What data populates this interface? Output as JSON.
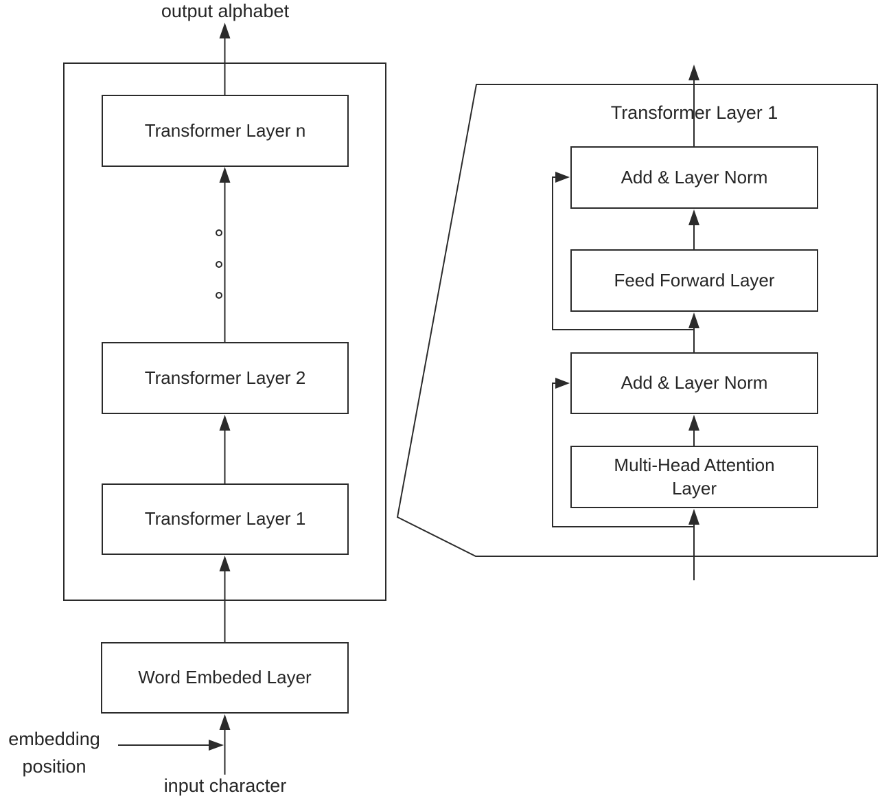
{
  "left_diagram": {
    "output_label": "output alphabet",
    "boxes": {
      "layer_n": "Transformer Layer n",
      "layer_2": "Transformer Layer 2",
      "layer_1": "Transformer Layer 1",
      "word_embed": "Word Embeded Layer"
    },
    "input_side_label": {
      "line1": "embedding",
      "line2": "position"
    },
    "input_label": "input character"
  },
  "right_diagram": {
    "title": "Transformer Layer 1",
    "boxes": {
      "add_norm_top": "Add & Layer Norm",
      "feed_forward": "Feed Forward Layer",
      "add_norm_bottom": "Add & Layer Norm",
      "multi_head": {
        "line1": "Multi-Head Attention",
        "line2": "Layer"
      }
    }
  },
  "colors": {
    "stroke": "#2b2b2b",
    "text": "#262626",
    "background": "#ffffff"
  }
}
